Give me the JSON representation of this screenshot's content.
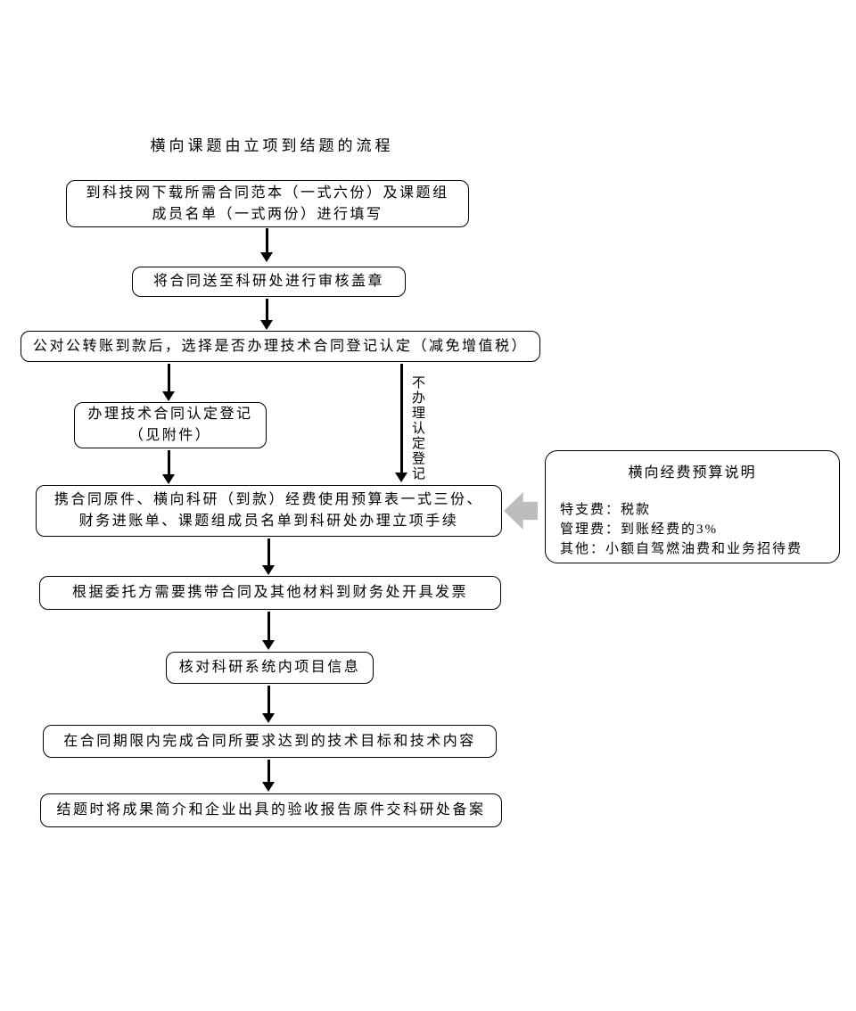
{
  "title": "横向课题由立项到结题的流程",
  "nodes": {
    "download": {
      "line1": "到科技网下载所需合同范本（一式六份）及课题组",
      "line2": "成员名单（一式两份）进行填写"
    },
    "review": "将合同送至科研处进行审核盖章",
    "payment": "公对公转账到款后，选择是否办理技术合同登记认定（减免增值税）",
    "register": {
      "line1": "办理技术合同认定登记",
      "line2": "（见附件）"
    },
    "no_register_label": "不办理认定登记",
    "setup": {
      "line1": "携合同原件、横向科研（到款）经费使用预算表一式三份、",
      "line2": "财务进账单、课题组成员名单到科研处办理立项手续"
    },
    "invoice": "根据委托方需要携带合同及其他材料到财务处开具发票",
    "verify": "核对科研系统内项目信息",
    "complete": "在合同期限内完成合同所要求达到的技术目标和技术内容",
    "archive": "结题时将成果简介和企业出具的验收报告原件交科研处备案"
  },
  "note": {
    "title": "横向经费预算说明",
    "lines": [
      "特支费：税款",
      "管理费：到账经费的3%",
      "其他：小额自驾燃油费和业务招待费"
    ]
  },
  "colors": {
    "background": "#ffffff",
    "line": "#000000",
    "text": "#000000",
    "note_arrow": "#bdbdbd"
  }
}
